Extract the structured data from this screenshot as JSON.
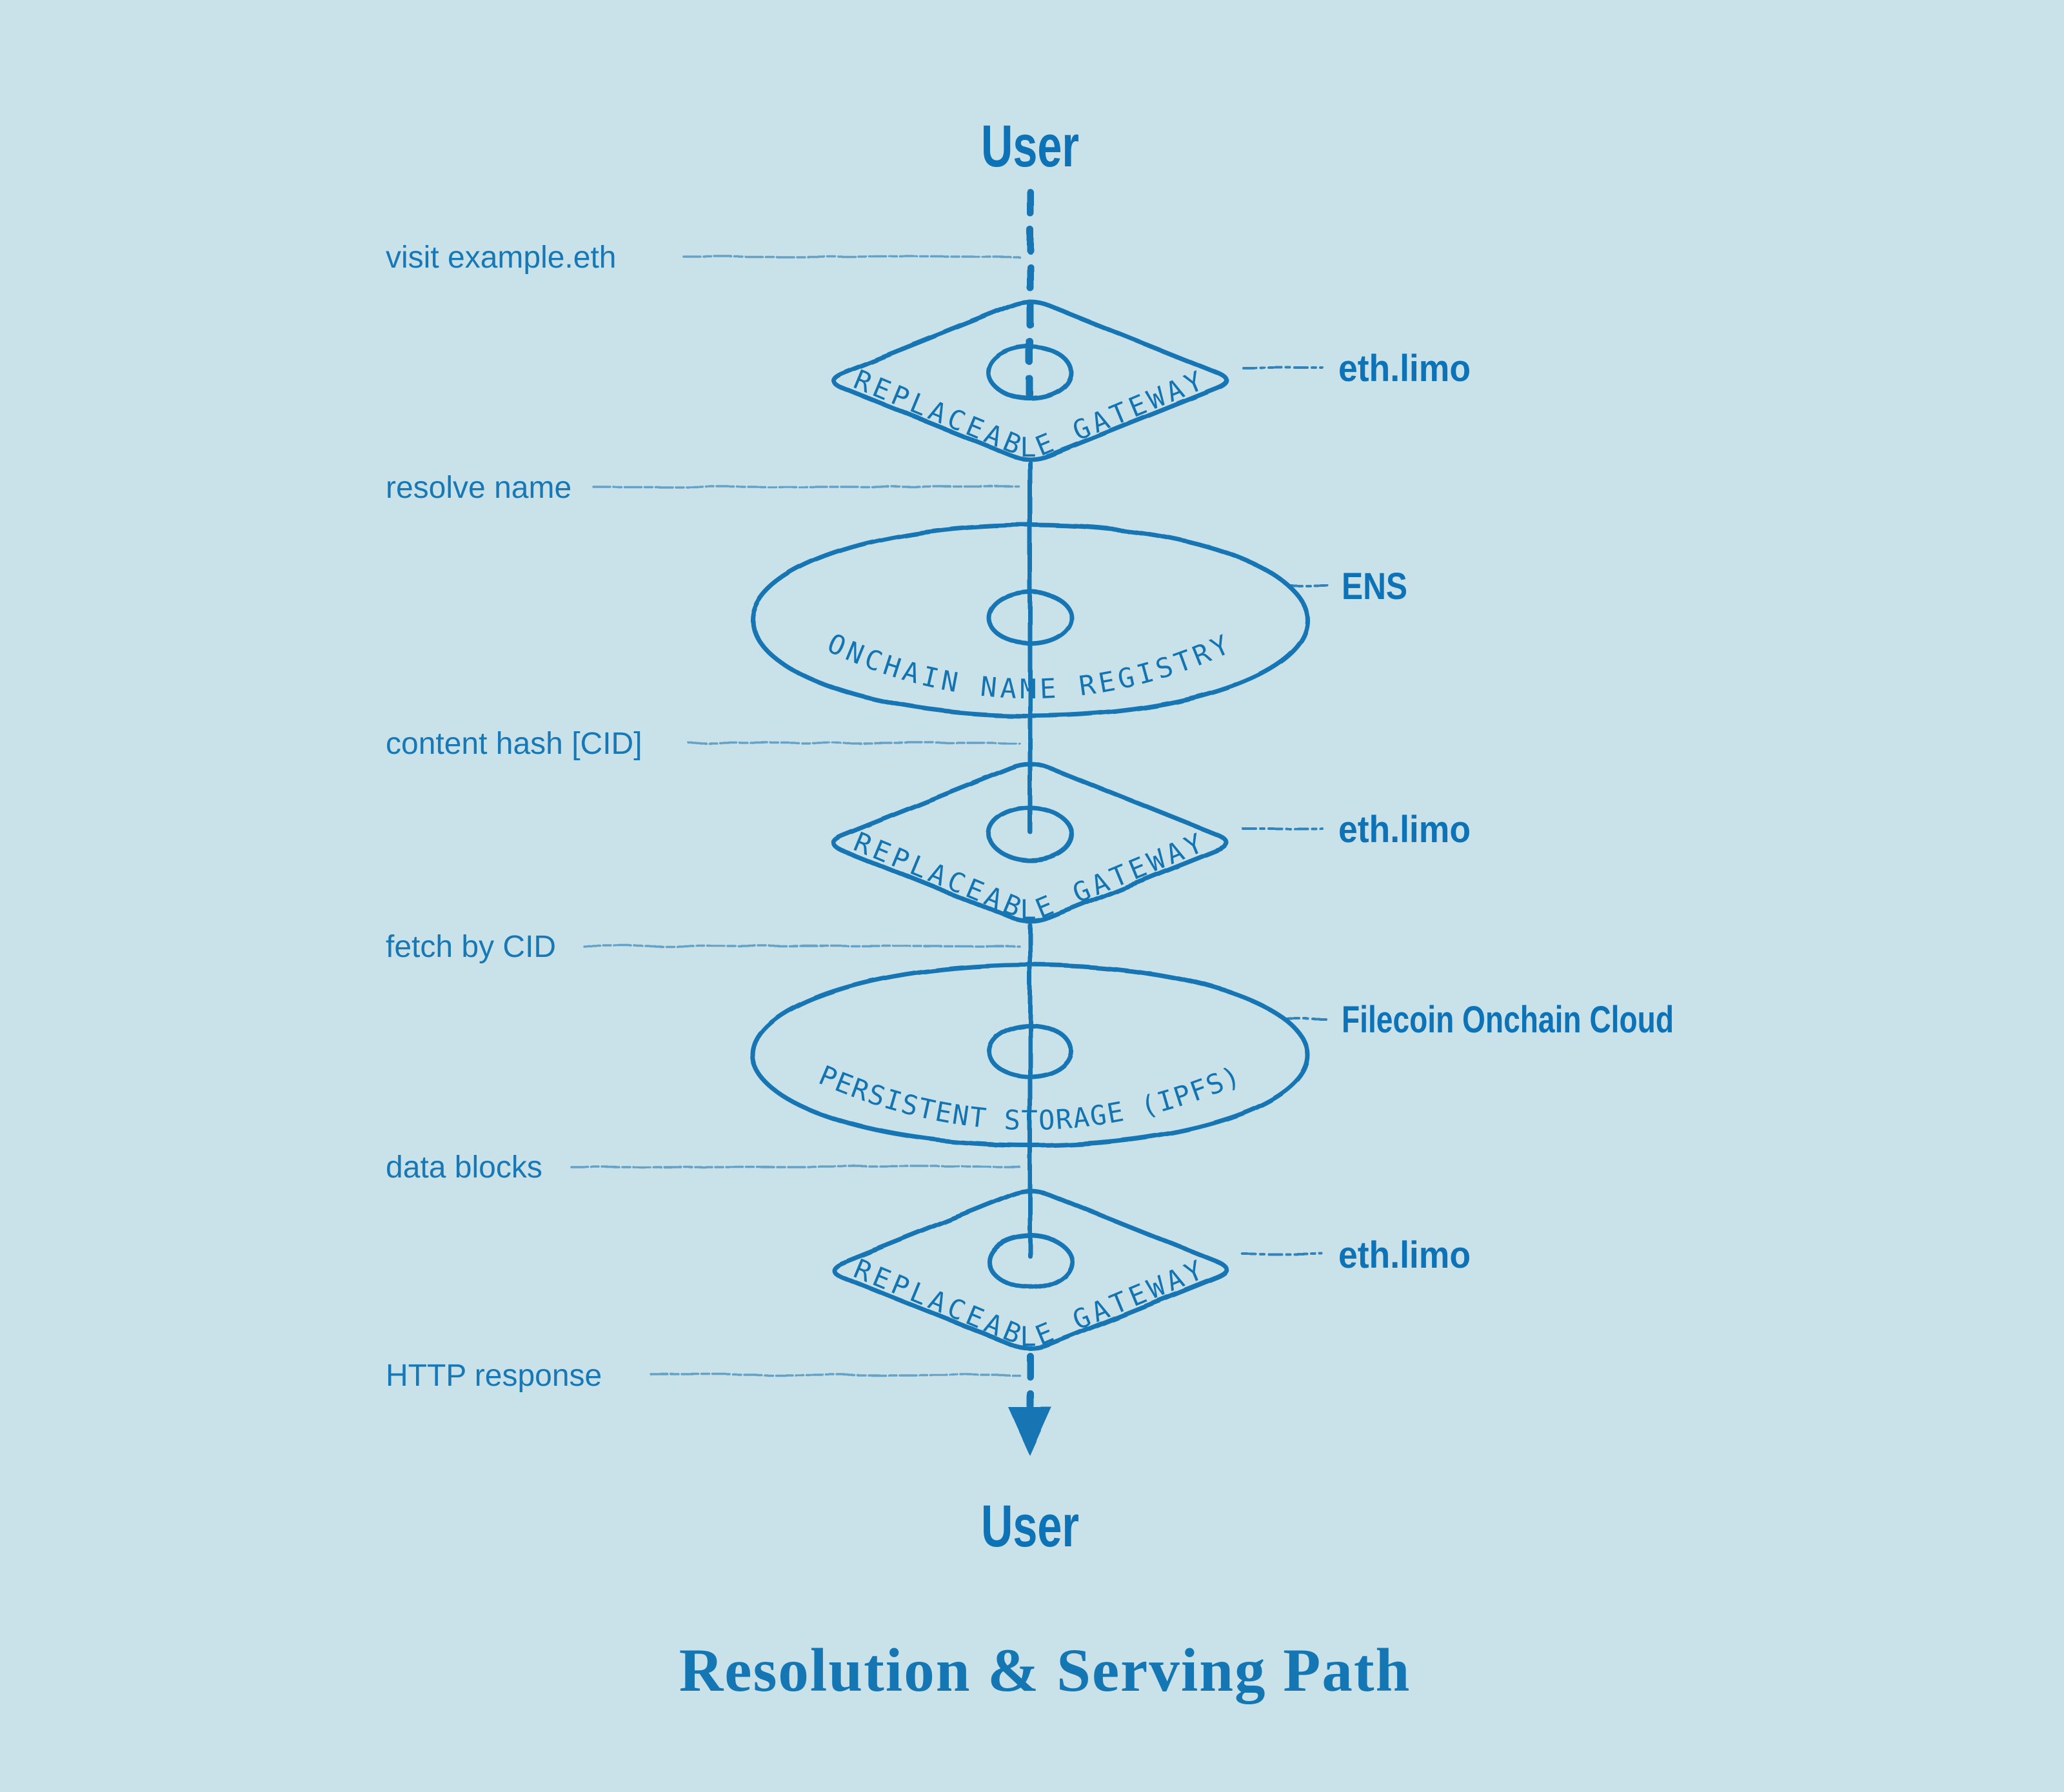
{
  "title": {
    "text": "Resolution & Serving Path"
  },
  "flow": {
    "top_user": "User",
    "bottom_user": "User",
    "steps": [
      "visit example.eth",
      "resolve name",
      "content hash [CID]",
      "fetch by CID",
      "data blocks",
      "HTTP response"
    ],
    "nodes": [
      {
        "shape": "diamond",
        "label": "REPLACEABLE GATEWAY",
        "provider": "eth.limo"
      },
      {
        "shape": "ellipse",
        "label": "ONCHAIN NAME REGISTRY",
        "provider": "ENS"
      },
      {
        "shape": "diamond",
        "label": "REPLACEABLE GATEWAY",
        "provider": "eth.limo"
      },
      {
        "shape": "ellipse",
        "label": "PERSISTENT STORAGE (IPFS)",
        "provider": "Filecoin Onchain Cloud"
      },
      {
        "shape": "diamond",
        "label": "REPLACEABLE GATEWAY",
        "provider": "eth.limo"
      }
    ]
  },
  "colors": {
    "background": "#c9e2ea",
    "ink": "#1474b2",
    "bold_label": "#0d72b6",
    "step_label": "#1878b6",
    "thin_line": "#3d89b8"
  }
}
